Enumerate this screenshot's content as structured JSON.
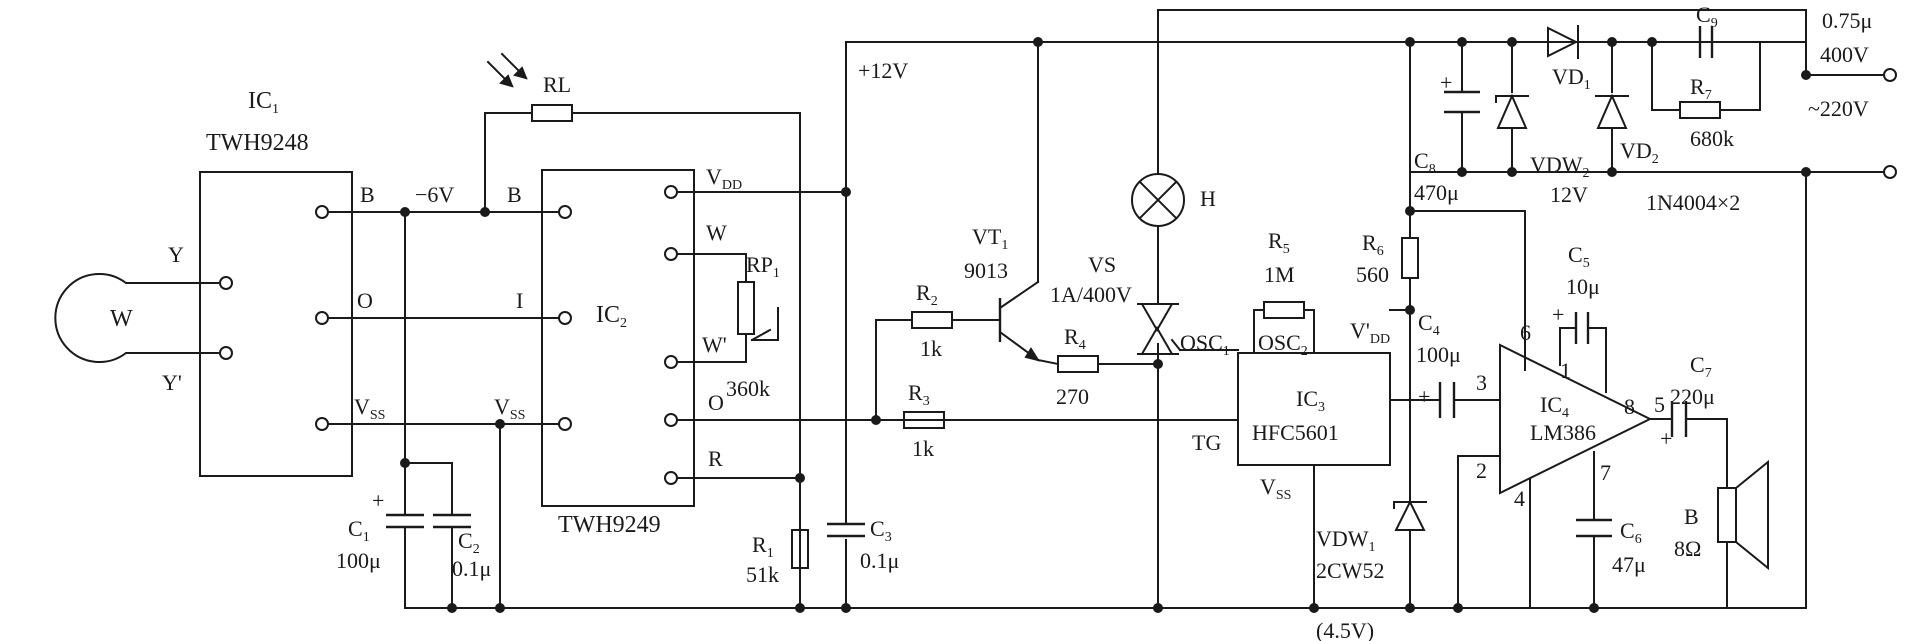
{
  "ic1": {
    "name": "IC",
    "sub": "1",
    "part": "TWH9248",
    "pin_b": "B",
    "pin_o": "O",
    "pin_vss": "V",
    "pin_vss_sub": "SS",
    "pin_y": "Y",
    "pin_y2": "Y'",
    "coil": "W"
  },
  "ic2": {
    "name": "IC",
    "sub": "2",
    "part": "TWH9249",
    "pin_b": "B",
    "pin_i": "I",
    "pin_vss": "V",
    "pin_vss_sub": "SS",
    "pin_vdd": "V",
    "pin_vdd_sub": "DD",
    "pin_w": "W",
    "pin_w2": "W'",
    "pin_o": "O",
    "pin_r": "R"
  },
  "ic3": {
    "name": "IC",
    "sub": "3",
    "part": "HFC5601",
    "osc1": "OSC",
    "osc1_sub": "1",
    "osc2": "OSC",
    "osc2_sub": "2",
    "vdd": "V'",
    "vdd_sub": "DD",
    "tg": "TG",
    "vss": "V",
    "vss_sub": "SS"
  },
  "ic4": {
    "name": "IC",
    "sub": "4",
    "part": "LM386",
    "p6": "6",
    "p1": "1",
    "p8": "8",
    "p5": "5",
    "p3": "3",
    "p2": "2",
    "p4": "4",
    "p7": "7",
    "plus": "+"
  },
  "rails": {
    "v6": "−6V",
    "v12": "+12V",
    "v45": "(4.5V)"
  },
  "components": {
    "rl": "RL",
    "rp1": {
      "n": "RP",
      "s": "1",
      "v": "360k"
    },
    "r1": {
      "n": "R",
      "s": "1",
      "v": "51k"
    },
    "r2": {
      "n": "R",
      "s": "2",
      "v": "1k"
    },
    "r3": {
      "n": "R",
      "s": "3",
      "v": "1k"
    },
    "r4": {
      "n": "R",
      "s": "4",
      "v": "270"
    },
    "r5": {
      "n": "R",
      "s": "5",
      "v": "1M"
    },
    "r6": {
      "n": "R",
      "s": "6",
      "v": "560"
    },
    "r7": {
      "n": "R",
      "s": "7",
      "v": "680k"
    },
    "c1": {
      "n": "C",
      "s": "1",
      "v": "100μ"
    },
    "c2": {
      "n": "C",
      "s": "2",
      "v": "0.1μ"
    },
    "c3": {
      "n": "C",
      "s": "3",
      "v": "0.1μ"
    },
    "c4": {
      "n": "C",
      "s": "4",
      "v": "100μ"
    },
    "c5": {
      "n": "C",
      "s": "5",
      "v": "10μ"
    },
    "c6": {
      "n": "C",
      "s": "6",
      "v": "47μ"
    },
    "c7": {
      "n": "C",
      "s": "7",
      "v": "220μ"
    },
    "c8": {
      "n": "C",
      "s": "8",
      "v": "470μ"
    },
    "c9": {
      "n": "C",
      "s": "9",
      "v1": "0.75μ",
      "v2": "400V"
    },
    "vt1": {
      "n": "VT",
      "s": "1",
      "v": "9013"
    },
    "vs": {
      "n": "VS",
      "v": "1A/400V"
    },
    "h": "H",
    "vd1": {
      "n": "VD",
      "s": "1"
    },
    "vd2": {
      "n": "VD",
      "s": "2"
    },
    "vdw1": {
      "n": "VDW",
      "s": "1",
      "v": "2CW52"
    },
    "vdw2": {
      "n": "VDW",
      "s": "2",
      "v": "12V"
    },
    "diodes": "1N4004×2",
    "speaker": {
      "n": "B",
      "v": "8Ω"
    },
    "mains": "~220V",
    "plus": "+"
  }
}
